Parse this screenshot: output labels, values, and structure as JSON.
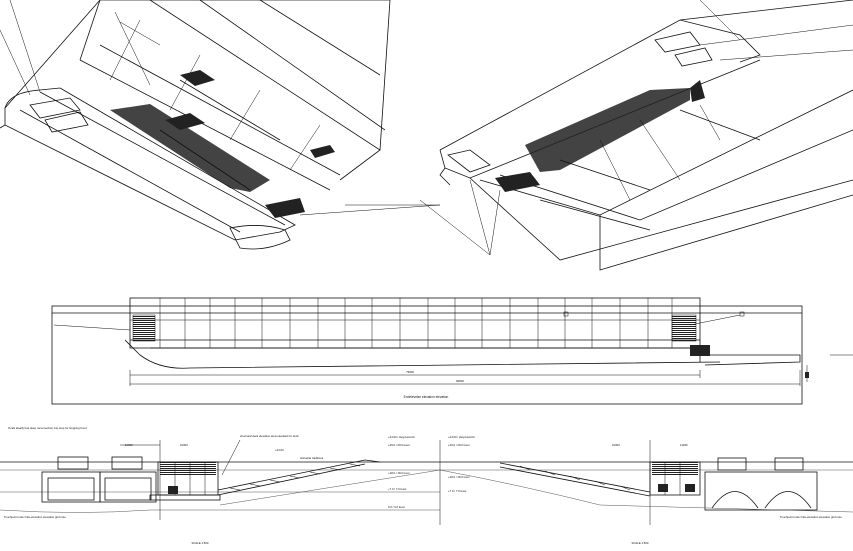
{
  "elevation": {
    "dim_length": "79600",
    "dim_total": "82800",
    "caption": "Endelevelse elevation elevation"
  },
  "section_left": {
    "note_top": "Ovals ideally has deep reconnection into stop for stopping bond",
    "note_mid": "structural deck elevation area elevated for deck",
    "level_1": "+44.00 / Høyd.avsnitt",
    "level_2": "+29.0 / 29.0 level",
    "level_3": "+18.0 / 18.0 level",
    "level_4": "+7.0 / 7.0 level",
    "level_5": "0.0 / 0.0 level",
    "dim_1": "11450",
    "dim_2": "10000",
    "dim_3": "+23.00",
    "ramp_label": "strkvelde traditions",
    "footnote": "Touchpoint note Oslo elevation elevation grid note",
    "scale": "SCALE 1:500"
  },
  "section_right": {
    "level_1": "+44.00 / Høyd.avsnitt",
    "level_2": "+29.0 / 29.0 level",
    "level_3": "+18.0 / 18.0 level",
    "level_4": "+7.0 / 7.0 level",
    "dim_1": "10000",
    "dim_2": "11450",
    "footnote": "Touchpoint note Oslo elevation elevation grid note",
    "scale": "SCALE 1:500"
  }
}
